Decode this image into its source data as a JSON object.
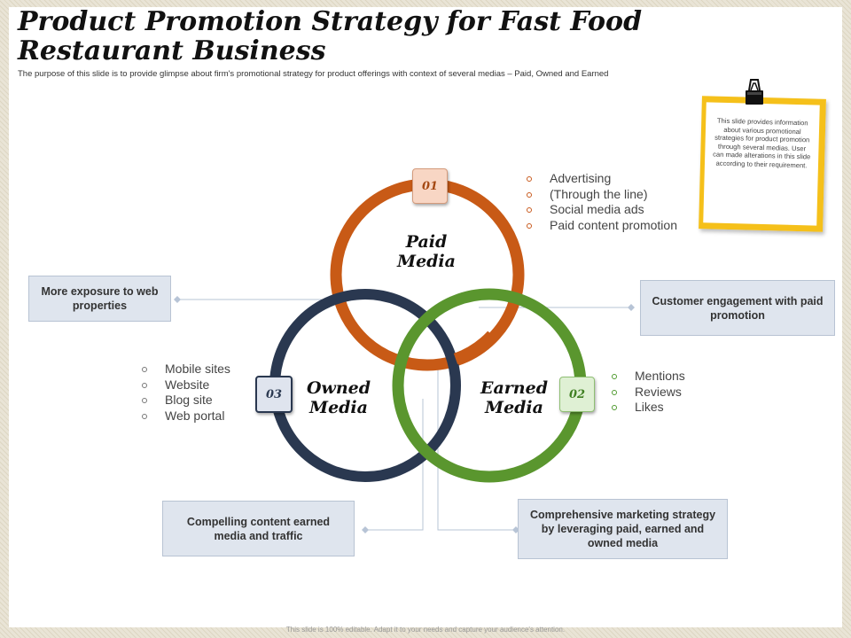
{
  "title": "Product Promotion Strategy for Fast Food Restaurant Business",
  "subtitle": "The purpose of this slide is to provide glimpse about firm's promotional strategy for product offerings with context of several medias – Paid,  Owned and Earned",
  "note": {
    "text": "This slide provides information about various promotional strategies for product promotion through several medias. User can made alterations in this slide according to their requirement."
  },
  "icons": {
    "note_clip": "binder-clip-icon",
    "list_bullet": "hollow-circle-bullet"
  },
  "colors": {
    "paid": "#c85a16",
    "owned": "#2a3850",
    "earned": "#5a962e",
    "box_fill": "#dfe5ee",
    "note_border": "#f5c01a"
  },
  "paid": {
    "number": "01",
    "label_line1": "Paid",
    "label_line2": "Media",
    "items": [
      "Advertising",
      "(Through the line)",
      "Social media ads",
      "Paid content promotion"
    ]
  },
  "earned": {
    "number": "02",
    "label_line1": "Earned",
    "label_line2": "Media",
    "items": [
      "Mentions",
      "Reviews",
      "Likes"
    ]
  },
  "owned": {
    "number": "03",
    "label_line1": "Owned",
    "label_line2": "Media",
    "items": [
      "Mobile sites",
      "Website",
      "Blog site",
      "Web portal"
    ]
  },
  "boxes": {
    "paid_owned": "More exposure to web properties",
    "paid_earned": "Customer engagement with paid promotion",
    "owned_earned": "Compelling content earned media and traffic",
    "all_three": "Comprehensive marketing strategy by leveraging paid, earned and owned media"
  },
  "footer": "This slide is 100% editable. Adapt it to your needs and capture your audience's attention."
}
